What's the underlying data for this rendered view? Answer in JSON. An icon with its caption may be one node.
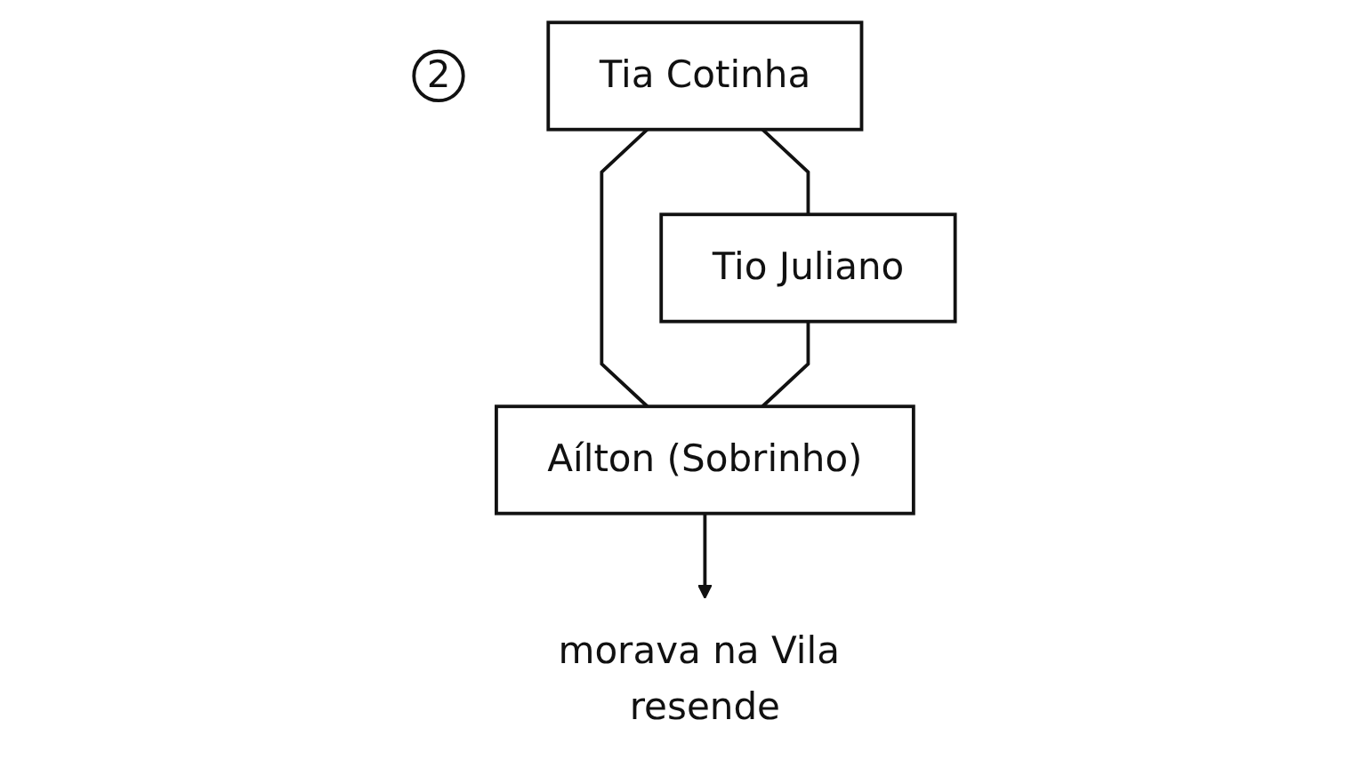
{
  "diagram": {
    "nodes": [
      {
        "text": [
          "2"
        ]
      },
      {
        "text": [
          "Tia Cotinha"
        ]
      },
      {
        "text": [
          "Tio Juliano"
        ]
      },
      {
        "text": [
          "Aílton (Sobrinho)"
        ]
      },
      {
        "text": [
          "morava na Vila resende"
        ]
      }
    ],
    "edges": [
      {
        "from": 1,
        "to": 2,
        "arrow": "none"
      },
      {
        "from": 1,
        "to": 3,
        "arrow": "none"
      },
      {
        "from": 2,
        "to": 3,
        "arrow": "none"
      },
      {
        "from": 3,
        "to": 4,
        "arrow": "to"
      }
    ]
  }
}
